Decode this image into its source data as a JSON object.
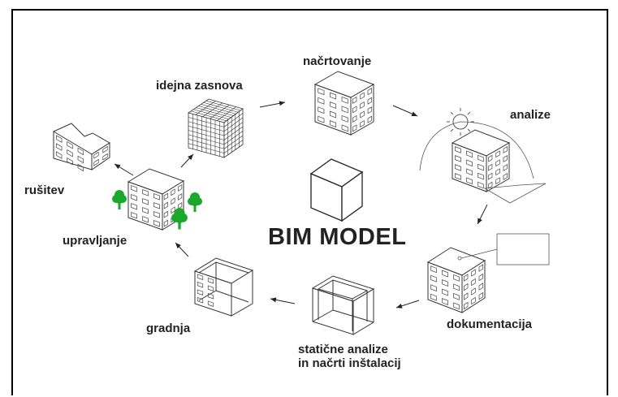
{
  "title": "BIM MODEL",
  "stages": [
    {
      "id": "idejna",
      "label": "idejna zasnova"
    },
    {
      "id": "nacrtovanje",
      "label": "načrtovanje"
    },
    {
      "id": "analize",
      "label": "analize"
    },
    {
      "id": "dokumentacija",
      "label": "dokumentacija"
    },
    {
      "id": "staticne",
      "label_line1": "statične analize",
      "label_line2": "in načrti inštalacij"
    },
    {
      "id": "gradnja",
      "label": "gradnja"
    },
    {
      "id": "upravljanje",
      "label": "upravljanje"
    },
    {
      "id": "rusitev",
      "label": "rušitev"
    }
  ],
  "colors": {
    "tree": "#1aa82b",
    "line": "#222222"
  }
}
